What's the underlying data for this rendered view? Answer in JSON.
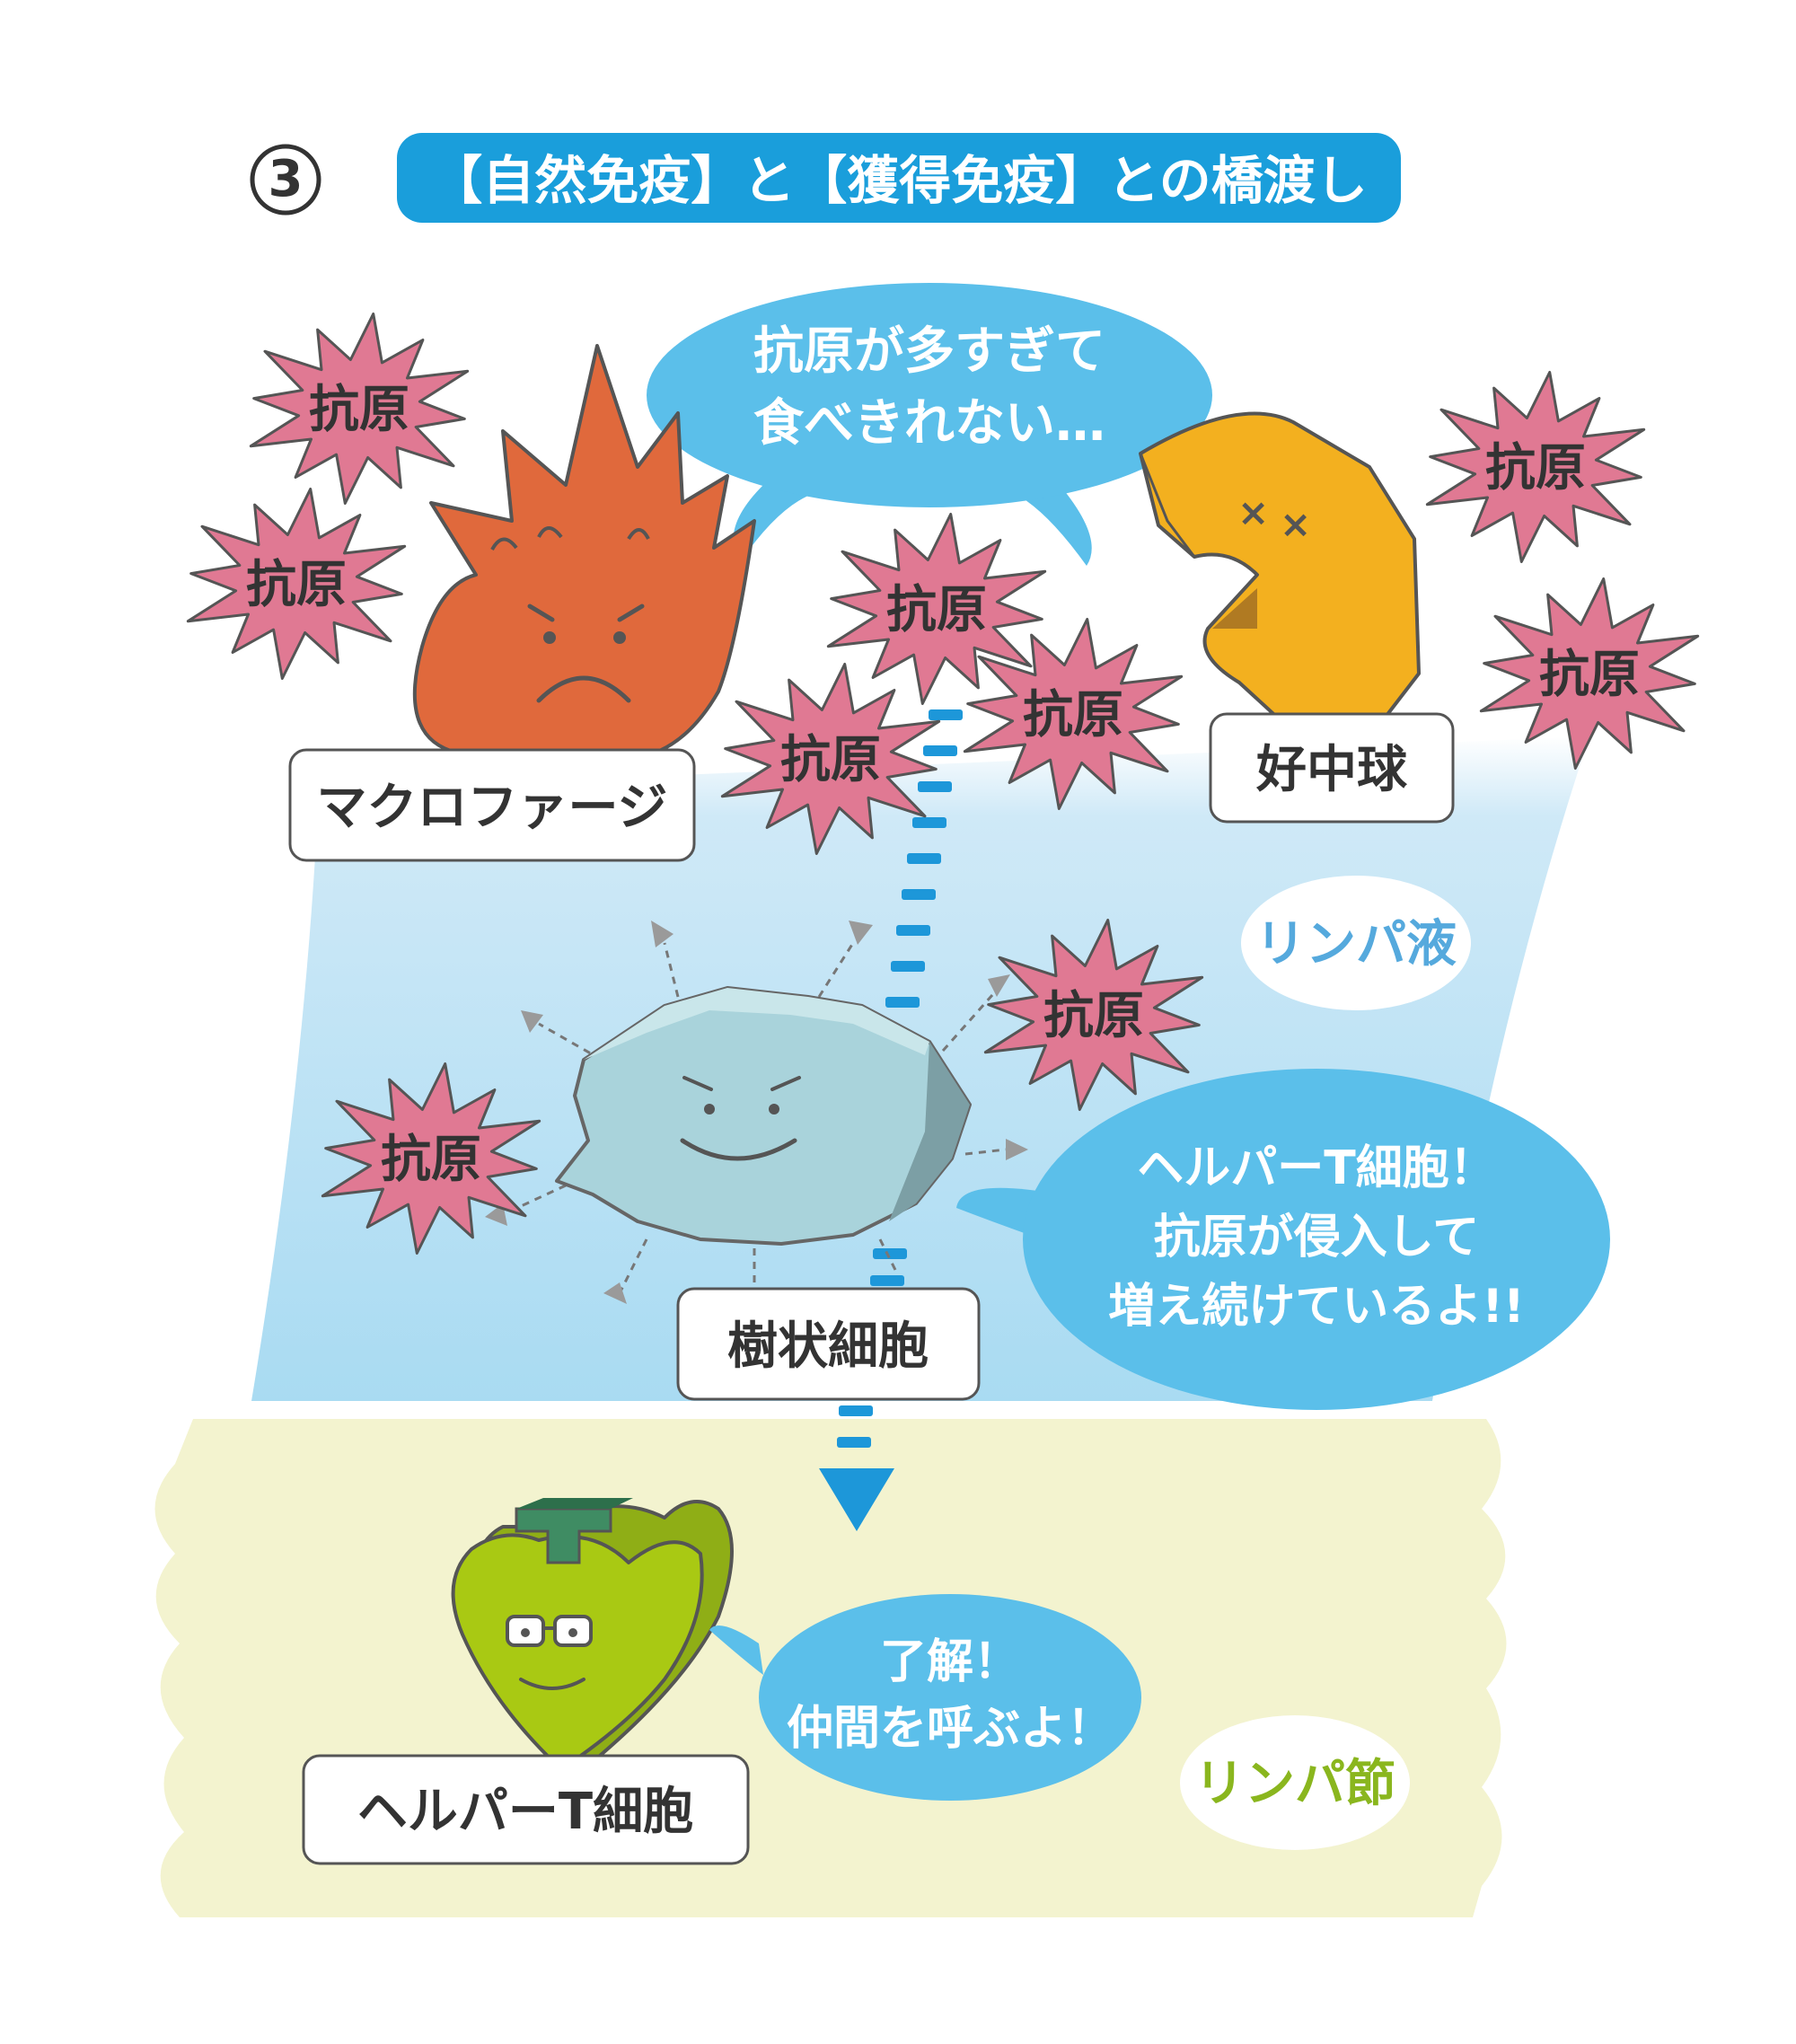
{
  "title": {
    "number": "③",
    "text": "【自然免疫】と【獲得免疫】との橋渡し"
  },
  "antigen_label": "抗原",
  "cells": {
    "macrophage": "マクロファージ",
    "neutrophil": "好中球",
    "dendritic": "樹状細胞",
    "helper_t": "ヘルパーT細胞"
  },
  "regions": {
    "lymph_fluid": "リンパ液",
    "lymph_node": "リンパ節"
  },
  "speech": {
    "top": [
      "抗原が多すぎて",
      "食べきれない…"
    ],
    "middle": [
      "ヘルパーT細胞！",
      "抗原が侵入して",
      "増え続けているよ!!"
    ],
    "bottom": [
      "了解！",
      "仲間を呼ぶよ！"
    ]
  },
  "colors": {
    "title_bg": "#1a9edb",
    "bubble": "#5bbfea",
    "antigen": "#e07993",
    "macrophage": "#e0693c",
    "neutrophil": "#f3b01f",
    "dendritic": "#a9d3db",
    "helper_t": "#a9c913",
    "lymph_fluid": "#a9dbf2",
    "lymph_node": "#f3f3cf",
    "arrow": "#1d97d9",
    "lymph_fluid_text": "#55a9dd",
    "lymph_node_text": "#8ab61e"
  }
}
